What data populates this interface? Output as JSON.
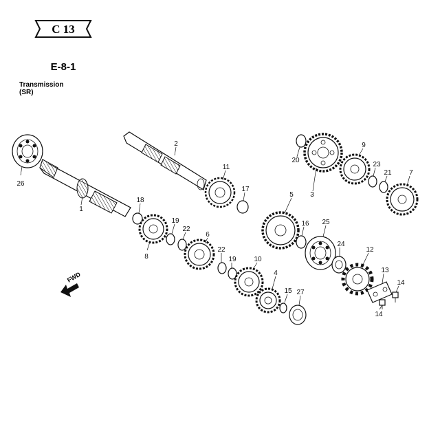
{
  "header": {
    "section_badge": "C 13",
    "figure_code": "E-8-1",
    "title": "Transmission",
    "subtitle": "(SR)"
  },
  "direction_label": "FWD",
  "callouts": [
    "26",
    "1",
    "2",
    "11",
    "17",
    "18",
    "8",
    "19",
    "22",
    "6",
    "22",
    "19",
    "10",
    "4",
    "15",
    "27",
    "5",
    "16",
    "25",
    "24",
    "12",
    "13",
    "14",
    "14",
    "20",
    "3",
    "9",
    "23",
    "21",
    "7"
  ]
}
